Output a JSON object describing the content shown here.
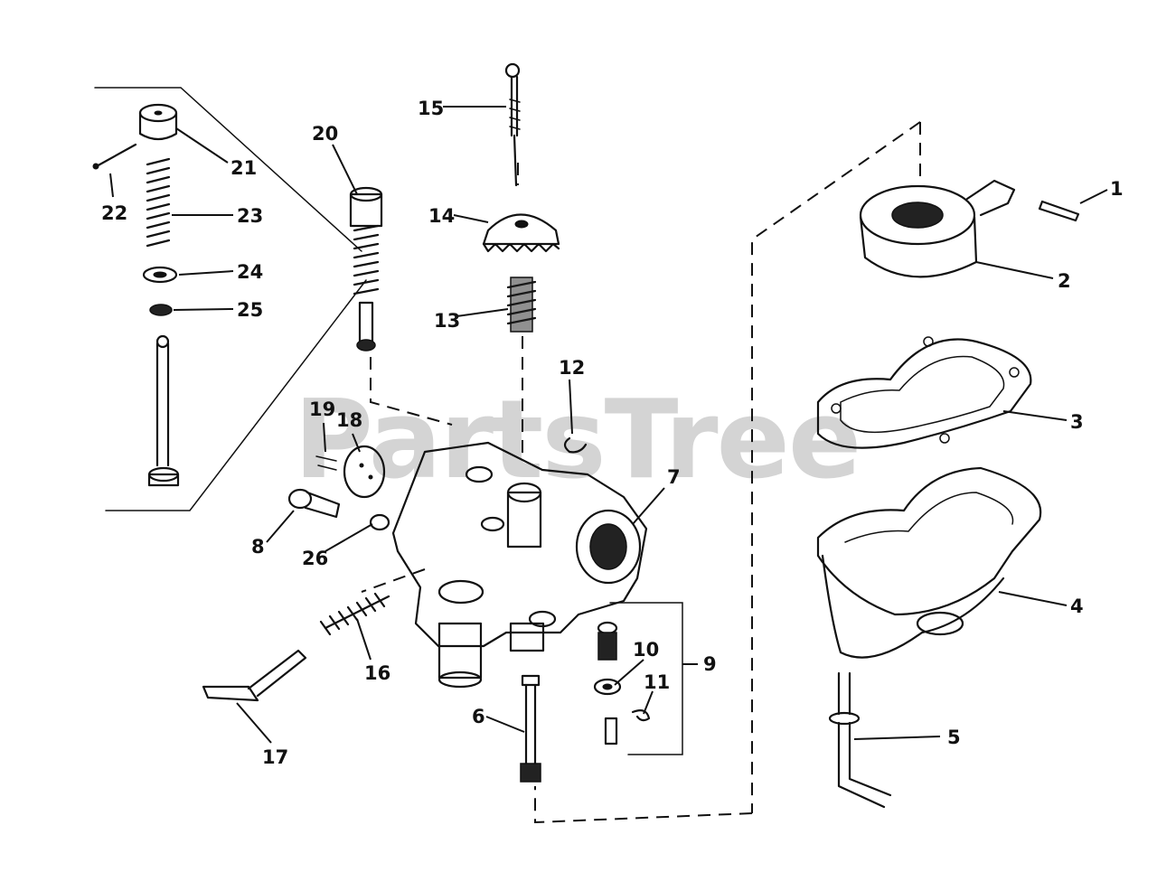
{
  "watermark": "PartsTree",
  "part_numbers": [
    "1",
    "2",
    "3",
    "4",
    "5",
    "6",
    "7",
    "8",
    "9",
    "10",
    "11",
    "12",
    "13",
    "14",
    "15",
    "16",
    "17",
    "18",
    "19",
    "20",
    "21",
    "22",
    "23",
    "24",
    "25",
    "26"
  ],
  "colors": {
    "ink": "#111111",
    "background": "#ffffff",
    "watermark": "#d4d4d4"
  }
}
